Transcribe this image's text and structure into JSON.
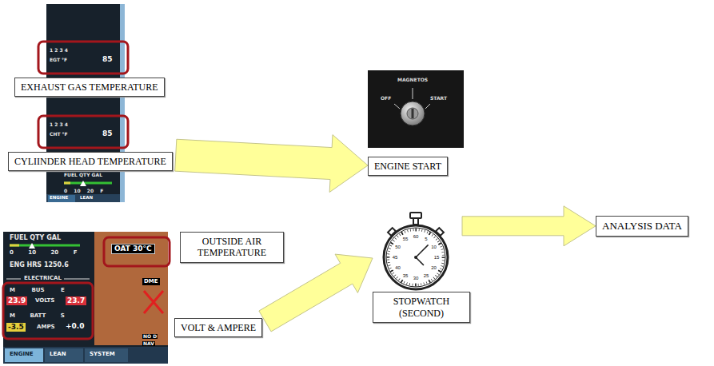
{
  "diagram": {
    "nodes": [
      {
        "text": [
          "EXHAUST GAS TEMPERATURE"
        ]
      },
      {
        "text": [
          "CYLIINDER HEAD TEMPERATURE"
        ]
      },
      {
        "text": [
          "ENGINE START"
        ]
      },
      {
        "text": [
          "OUTSIDE AIR TEMPERATURE"
        ]
      },
      {
        "text": [
          "VOLT & AMPERE"
        ]
      },
      {
        "text": [
          "STOPWATCH (SECOND)"
        ]
      },
      {
        "text": [
          "ANALYSIS DATA"
        ]
      }
    ],
    "edges": [
      {
        "from": 1,
        "to": 2,
        "arrow": "to"
      },
      {
        "from": 4,
        "to": 5,
        "arrow": "to"
      },
      {
        "from": 5,
        "to": 6,
        "arrow": "to"
      }
    ],
    "labels": [
      "1 2 3 4",
      "EGT °F",
      "85",
      "1 2 3 4",
      "CHT °F",
      "85",
      "FUEL QTY GAL",
      "0 10 20 F",
      "ENGINE",
      "LEAN",
      "FUEL QTY GAL",
      "0 10 20 F",
      "OAT 30°C",
      "ENG HRS 1250.6",
      "ELECTRICAL",
      "M BUS E",
      "23.9",
      "VOLTS",
      "23.7",
      "M BATT S",
      "-3.5",
      "AMPS",
      "+0.0",
      "ENGINE",
      "LEAN",
      "SYSTEM",
      "DME",
      "NO D",
      "NAV",
      "MAGNETOS",
      "OFF",
      "START",
      "60",
      "5",
      "10",
      "15",
      "20",
      "25",
      "30",
      "35",
      "40",
      "45",
      "50",
      "55"
    ]
  }
}
